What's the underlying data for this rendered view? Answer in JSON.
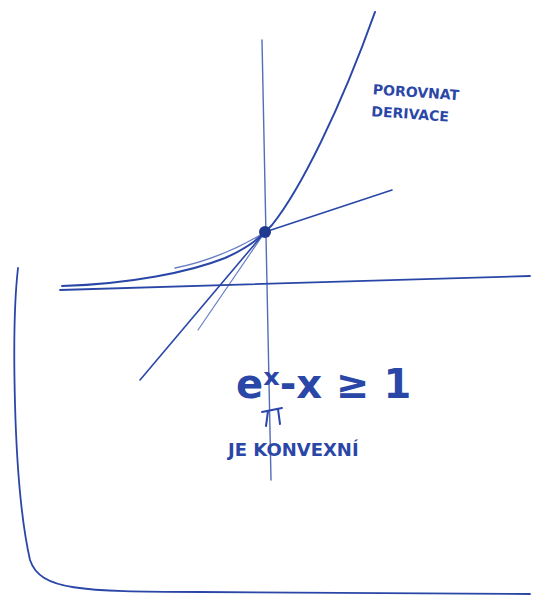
{
  "diagram": {
    "labels": [
      "POROVNAT DERIVACE",
      "eˣ-x ≥ 1",
      "JE KONVEXNÍ"
    ]
  }
}
